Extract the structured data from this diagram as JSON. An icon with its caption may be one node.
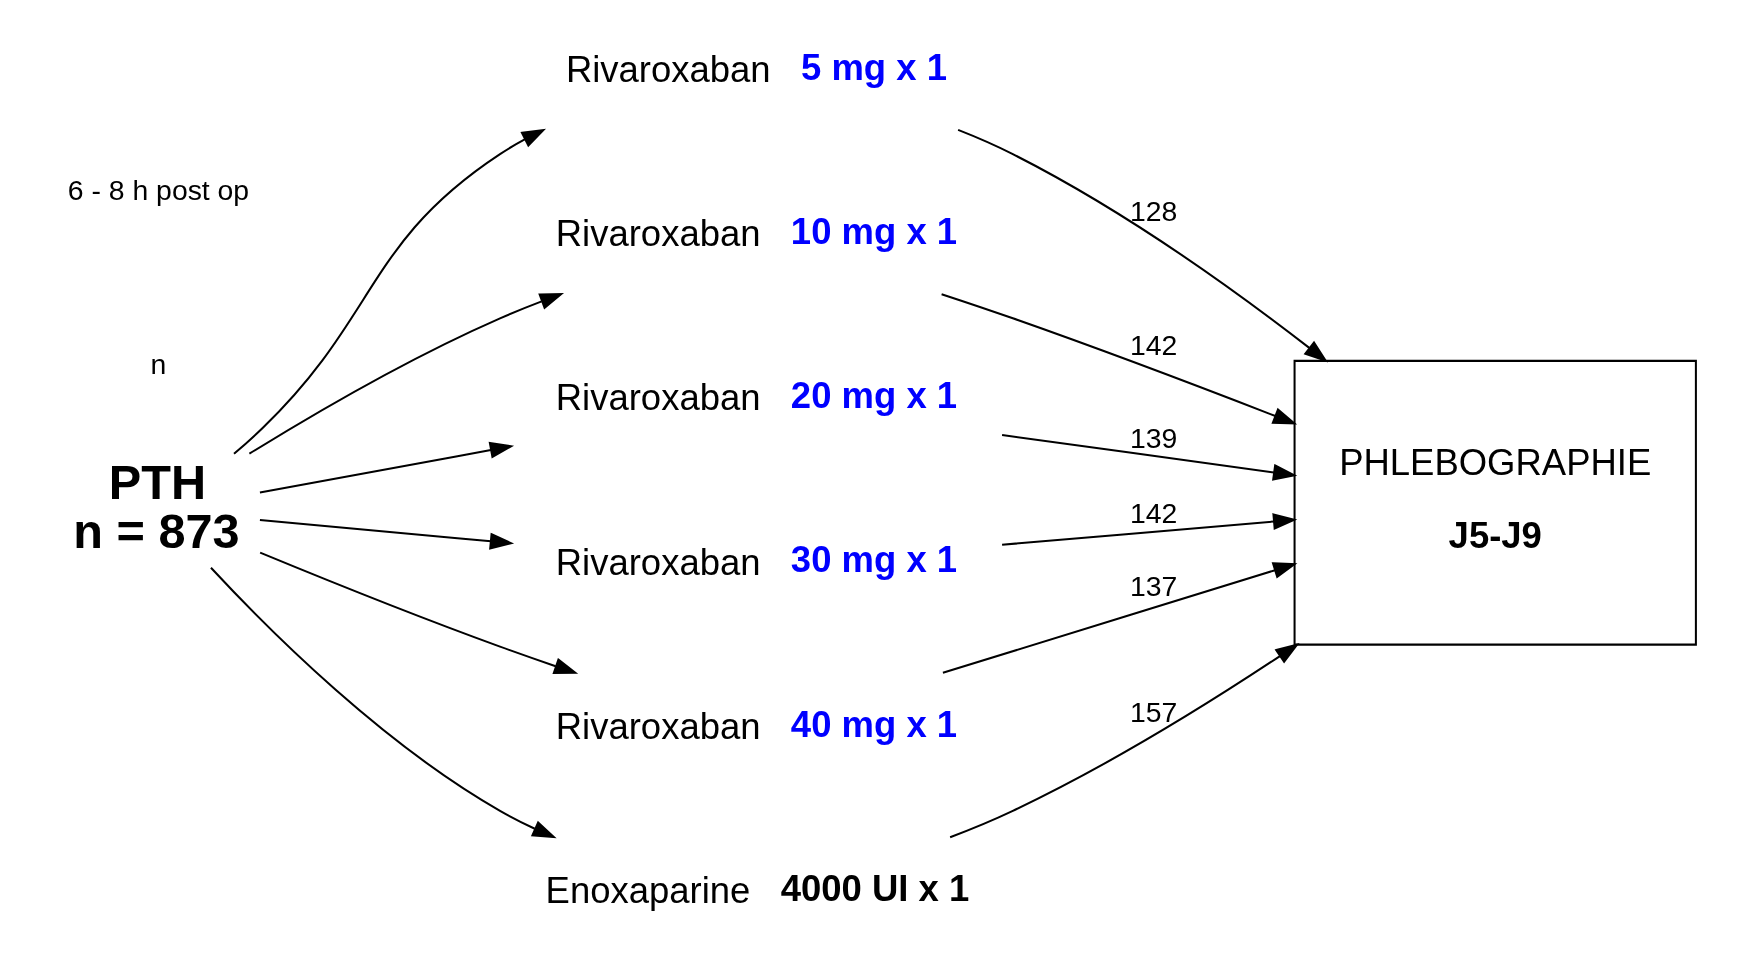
{
  "diagram": {
    "nodes": [
      {
        "text": [
          "PTH",
          "n = 873"
        ]
      },
      {
        "text": [
          "Rivaroxaban",
          "5 mg x 1"
        ]
      },
      {
        "text": [
          "Rivaroxaban",
          "10 mg x 1"
        ]
      },
      {
        "text": [
          "Rivaroxaban",
          "20 mg x 1"
        ]
      },
      {
        "text": [
          "Rivaroxaban",
          "30 mg x 1"
        ]
      },
      {
        "text": [
          "Rivaroxaban",
          "40 mg x 1"
        ]
      },
      {
        "text": [
          "Enoxaparine",
          "4000 UI x 1"
        ]
      },
      {
        "text": [
          "PHLEBOGRAPHIE",
          "J5-J9"
        ]
      }
    ],
    "edges": [
      {
        "from": 0,
        "to": 1,
        "arrow": "to"
      },
      {
        "from": 0,
        "to": 2,
        "arrow": "to"
      },
      {
        "from": 0,
        "to": 3,
        "arrow": "to"
      },
      {
        "from": 0,
        "to": 4,
        "arrow": "to"
      },
      {
        "from": 0,
        "to": 5,
        "arrow": "to"
      },
      {
        "from": 0,
        "to": 6,
        "arrow": "to"
      },
      {
        "from": 1,
        "to": 7,
        "arrow": "to",
        "label": "128"
      },
      {
        "from": 2,
        "to": 7,
        "arrow": "to",
        "label": "142"
      },
      {
        "from": 3,
        "to": 7,
        "arrow": "to",
        "label": "139"
      },
      {
        "from": 4,
        "to": 7,
        "arrow": "to",
        "label": "142"
      },
      {
        "from": 5,
        "to": 7,
        "arrow": "to",
        "label": "137"
      },
      {
        "from": 6,
        "to": 7,
        "arrow": "to",
        "label": "157"
      }
    ],
    "labels": [
      "6 - 8 h post op",
      "n"
    ]
  }
}
